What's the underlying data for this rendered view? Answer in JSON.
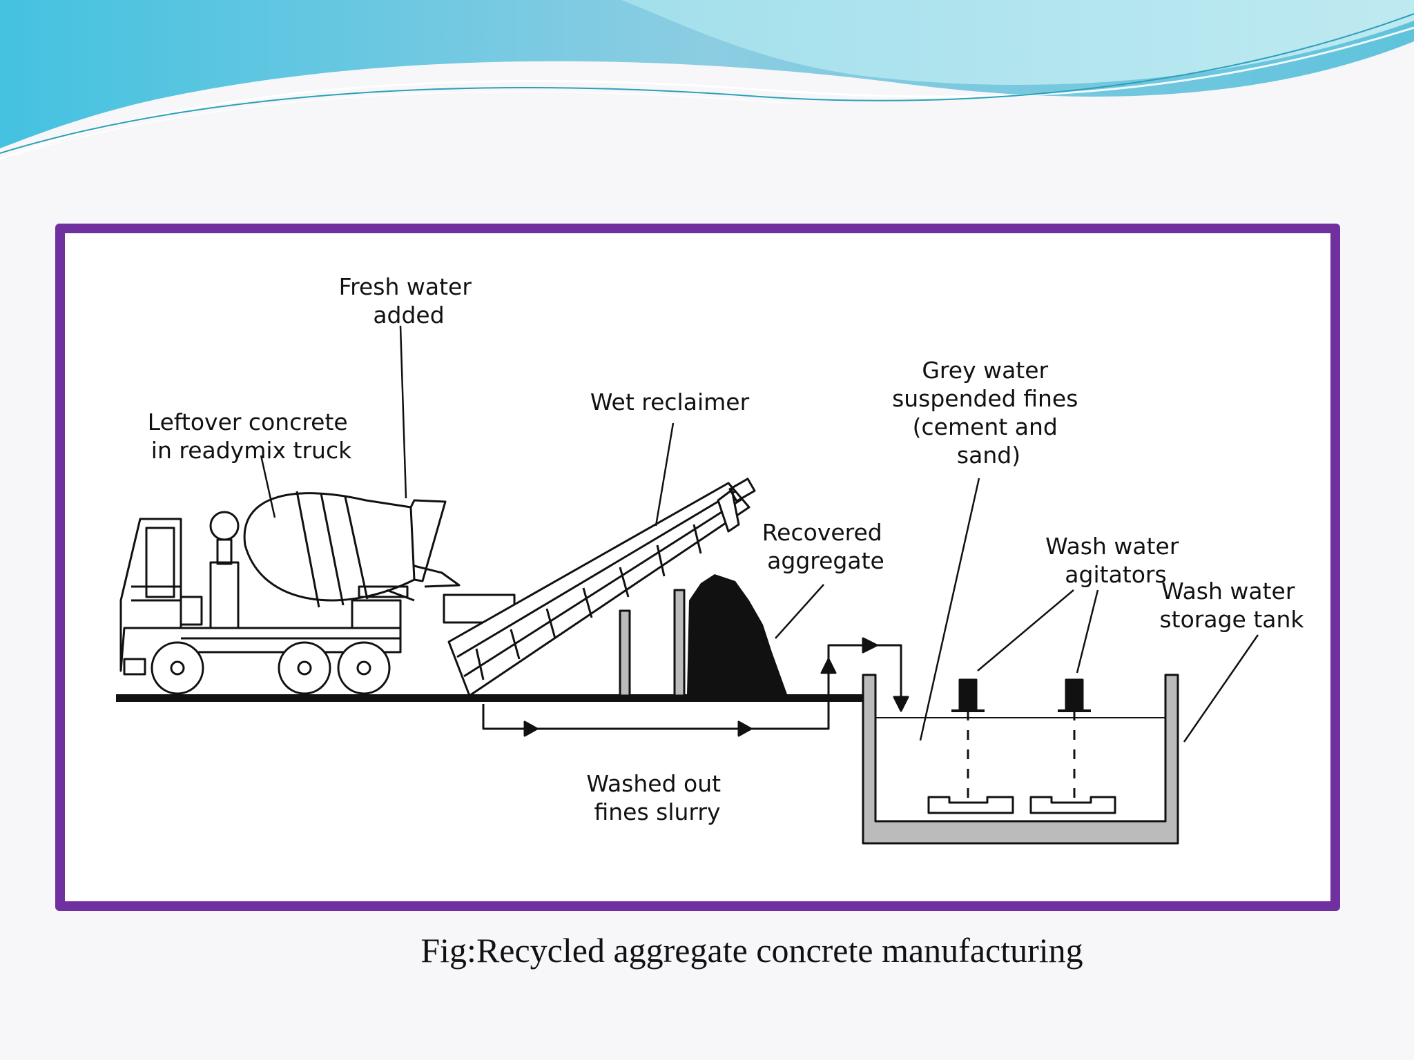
{
  "labels": {
    "fresh_water": [
      "Fresh water",
      "added"
    ],
    "leftover": [
      "Leftover concrete",
      "in readymix truck"
    ],
    "wet_reclaimer": [
      "Wet reclaimer"
    ],
    "recovered": [
      "Recovered",
      "aggregate"
    ],
    "grey_water": [
      "Grey water",
      "suspended fines",
      "(cement and",
      "sand)"
    ],
    "agitators": [
      "Wash water",
      "agitators"
    ],
    "storage_tank": [
      "Wash water",
      "storage tank"
    ],
    "slurry": [
      "Washed out",
      "fines slurry"
    ]
  },
  "caption": "Fig:Recycled aggregate concrete manufacturing",
  "colors": {
    "frame": "#7030a0",
    "banner_dark": "#5bb8d6",
    "banner_light": "#9fe0ea",
    "ink": "#111111"
  }
}
